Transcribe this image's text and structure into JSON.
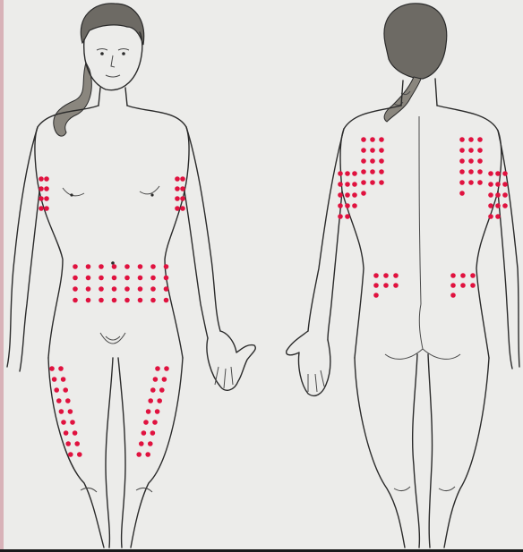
{
  "figure": {
    "views": [
      "front",
      "back"
    ],
    "colors": {
      "background": "#ececea",
      "outline": "#2b2b2b",
      "dot": "#e0123f",
      "left_edge": "#d8b2b8"
    },
    "zones": [
      {
        "view": "front",
        "area": "right-upper-arm",
        "dots": 8
      },
      {
        "view": "front",
        "area": "left-upper-arm",
        "dots": 8
      },
      {
        "view": "front",
        "area": "abdomen",
        "dots": 32
      },
      {
        "view": "front",
        "area": "right-thigh",
        "dots": 18
      },
      {
        "view": "front",
        "area": "left-thigh",
        "dots": 18
      },
      {
        "view": "back",
        "area": "left-upper-back",
        "dots": 16
      },
      {
        "view": "back",
        "area": "right-upper-back",
        "dots": 16
      },
      {
        "view": "back",
        "area": "left-upper-arm",
        "dots": 14
      },
      {
        "view": "back",
        "area": "right-upper-arm",
        "dots": 14
      },
      {
        "view": "back",
        "area": "left-flank",
        "dots": 7
      },
      {
        "view": "back",
        "area": "right-flank",
        "dots": 7
      }
    ]
  }
}
